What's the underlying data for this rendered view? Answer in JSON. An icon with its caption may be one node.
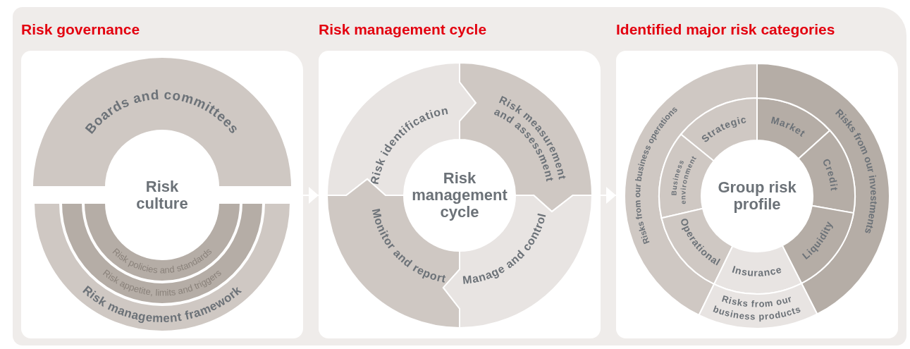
{
  "diagram": {
    "nodes": [
      {
        "text": [
          "Risk governance"
        ]
      },
      {
        "text": [
          "Boards and committees"
        ],
        "in": 0
      },
      {
        "text": [
          "Risk culture"
        ],
        "in": 0
      },
      {
        "text": [
          "Risk policies and standards"
        ],
        "in": 0
      },
      {
        "text": [
          "Risk appetite, limits and triggers"
        ],
        "in": 0
      },
      {
        "text": [
          "Risk management framework"
        ],
        "in": 0
      },
      {
        "text": [
          "Risk management cycle"
        ]
      },
      {
        "text": [
          "Risk identification"
        ],
        "in": 6
      },
      {
        "text": [
          "Risk measurement and assessment"
        ],
        "in": 6
      },
      {
        "text": [
          "Risk management cycle"
        ],
        "in": 6
      },
      {
        "text": [
          "Monitor and report"
        ],
        "in": 6
      },
      {
        "text": [
          "Manage and control"
        ],
        "in": 6
      },
      {
        "text": [
          "Identified major risk categories"
        ]
      },
      {
        "text": [
          "Risks from our business operations"
        ],
        "in": 12
      },
      {
        "text": [
          "Strategic"
        ],
        "in": 12
      },
      {
        "text": [
          "Market"
        ],
        "in": 12
      },
      {
        "text": [
          "Risks from our investments"
        ],
        "in": 12
      },
      {
        "text": [
          "Business environment"
        ],
        "in": 12
      },
      {
        "text": [
          "Credit"
        ],
        "in": 12
      },
      {
        "text": [
          "Group risk profile"
        ],
        "in": 12
      },
      {
        "text": [
          "Operational"
        ],
        "in": 12
      },
      {
        "text": [
          "Liquidity"
        ],
        "in": 12
      },
      {
        "text": [
          "Insurance"
        ],
        "in": 12
      },
      {
        "text": [
          "Risks from our business products"
        ],
        "in": 12
      }
    ],
    "edges": [
      {
        "from": 0,
        "to": 6,
        "arrow": "to"
      },
      {
        "from": 6,
        "to": 12,
        "arrow": "to"
      }
    ]
  }
}
